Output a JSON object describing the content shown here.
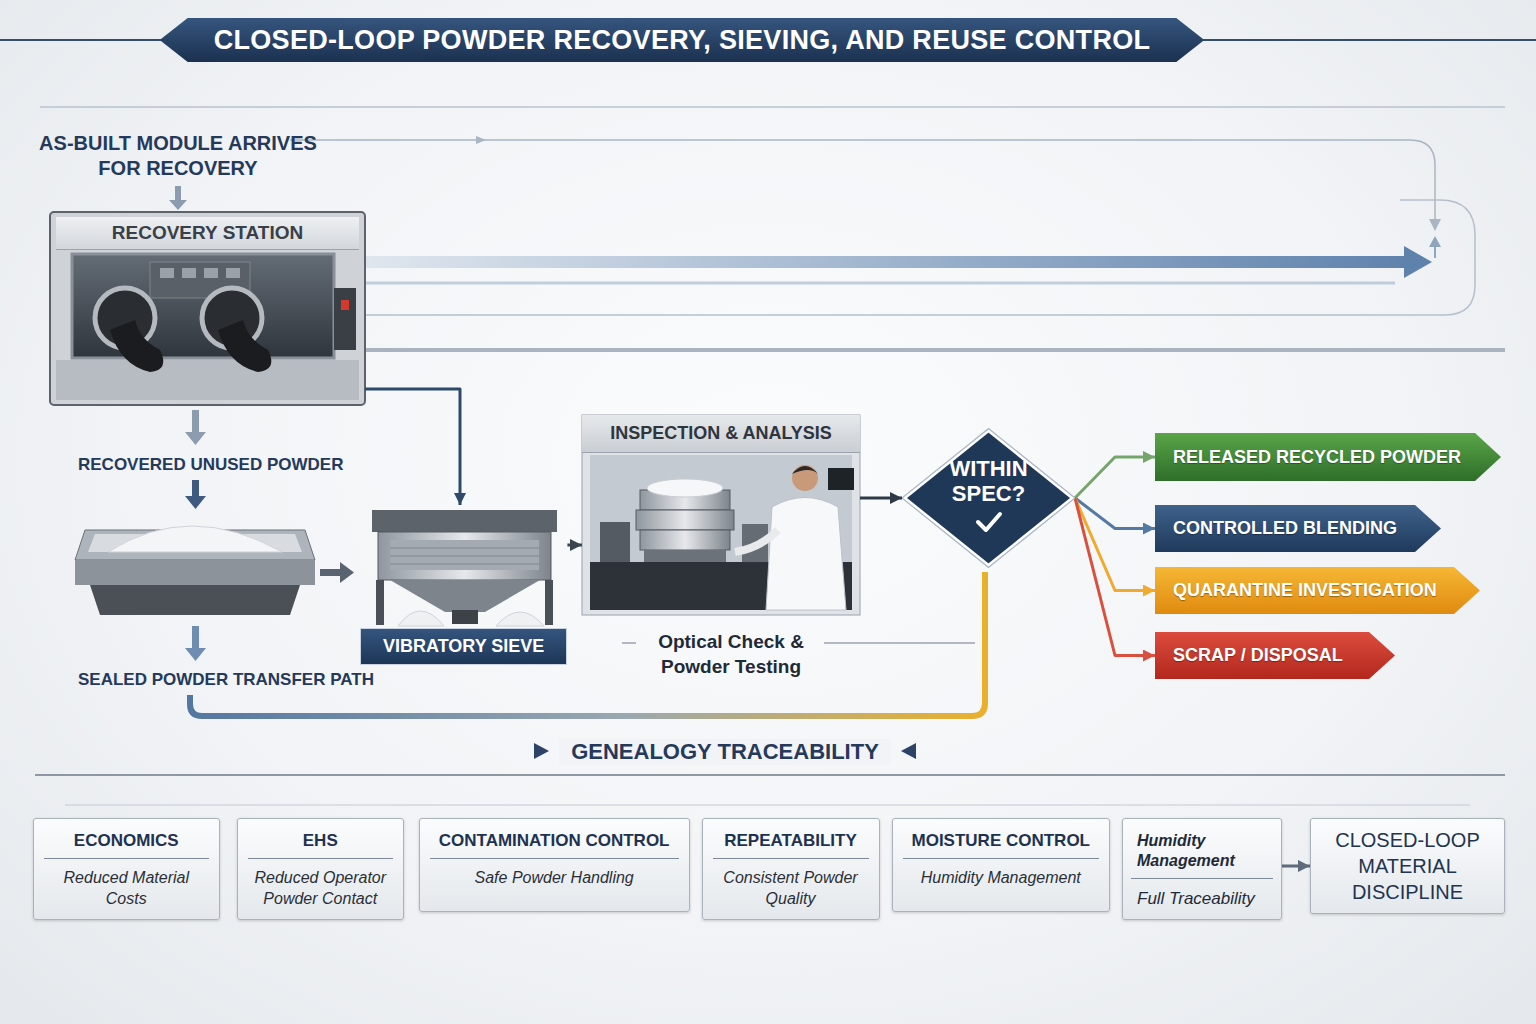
{
  "diagram": {
    "title": "CLOSED-LOOP POWDER RECOVERY, SIEVING, AND REUSE CONTROL",
    "nodes": [
      {
        "text": [
          "RECOVERY STATION"
        ]
      },
      {
        "text": [
          "VIBRATORY SIEVE"
        ]
      },
      {
        "text": [
          "INSPECTION & ANALYSIS"
        ]
      },
      {
        "text": [
          "WITHIN SPEC?"
        ]
      },
      {
        "text": [
          "RELEASED RECYCLED POWDER"
        ]
      },
      {
        "text": [
          "CONTROLLED BLENDING"
        ]
      },
      {
        "text": [
          "QUARANTINE INVESTIGATION"
        ]
      },
      {
        "text": [
          "SCRAP / DISPOSAL"
        ]
      },
      {
        "text": [
          "ECONOMICS",
          "Reduced Material Costs"
        ]
      },
      {
        "text": [
          "EHS",
          "Reduced Operator Powder Contact"
        ]
      },
      {
        "text": [
          "CONTAMINATION CONTROL",
          "Safe Powder Handling"
        ]
      },
      {
        "text": [
          "REPEATABILITY",
          "Consistent Powder Quality"
        ]
      },
      {
        "text": [
          "MOISTURE CONTROL",
          "Humidity Management"
        ]
      },
      {
        "text": [
          "Humidity Management",
          "Full Traceability"
        ]
      },
      {
        "text": [
          "CLOSED-LOOP MATERIAL DISCIPLINE"
        ]
      }
    ],
    "edges": [
      {
        "from": 0,
        "to": 1,
        "arrow": "to"
      },
      {
        "from": 1,
        "to": 2,
        "arrow": "to"
      },
      {
        "from": 2,
        "to": 3,
        "arrow": "to"
      },
      {
        "from": 3,
        "to": 4,
        "arrow": "to"
      },
      {
        "from": 3,
        "to": 5,
        "arrow": "to"
      },
      {
        "from": 3,
        "to": 6,
        "arrow": "to"
      },
      {
        "from": 3,
        "to": 7,
        "arrow": "to"
      },
      {
        "from": 13,
        "to": 14,
        "arrow": "to"
      }
    ],
    "labels": [
      "AS-BUILT MODULE ARRIVES FOR RECOVERY",
      "RECOVERED UNUSED POWDER",
      "SEALED POWDER TRANSFER PATH",
      "Optical Check & Powder Testing",
      "GENEALOGY TRACEABILITY"
    ]
  }
}
